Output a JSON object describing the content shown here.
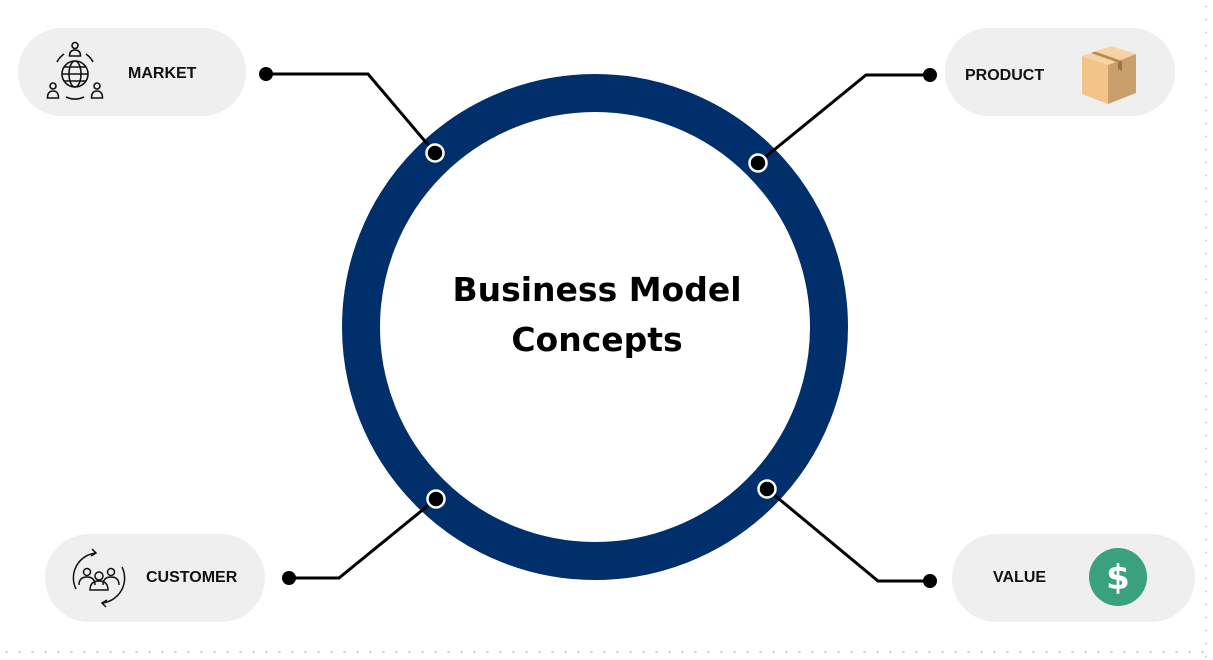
{
  "title": {
    "line1": "Business Model",
    "line2": "Concepts"
  },
  "nodes": {
    "market": {
      "label": "MARKET",
      "icon": "globe-people-icon"
    },
    "product": {
      "label": "PRODUCT",
      "icon": "cardboard-box-icon"
    },
    "customer": {
      "label": "CUSTOMER",
      "icon": "customer-cycle-icon"
    },
    "value": {
      "label": "VALUE",
      "icon": "dollar-icon"
    }
  },
  "colors": {
    "ring": "#002f6c",
    "pill": "#efefef",
    "connector": "#000000",
    "dollar": "#3aa17e",
    "box": "#f2c48a"
  }
}
